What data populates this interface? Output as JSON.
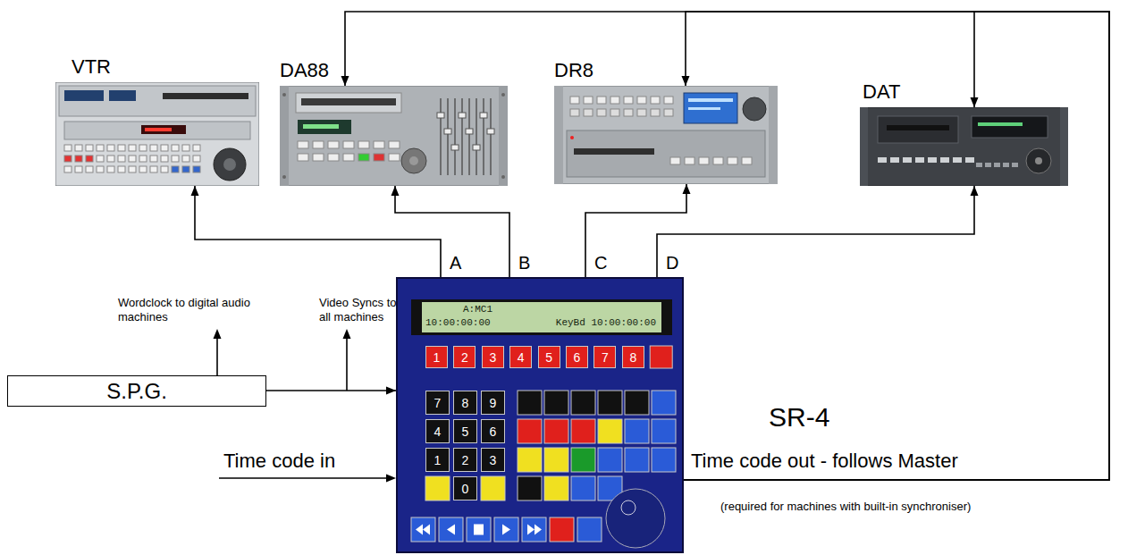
{
  "diagram": {
    "nodes": [
      {
        "text": [
          "VTR"
        ]
      },
      {
        "text": [
          "DA88"
        ]
      },
      {
        "text": [
          "DR8"
        ]
      },
      {
        "text": [
          "DAT"
        ]
      },
      {
        "text": [
          "S.P.G."
        ]
      },
      {
        "text": [
          "SR-4"
        ]
      },
      {
        "text": [
          "A:MC1",
          "10:00:00:00",
          "KeyBd 10:00:00:00"
        ],
        "in": 5
      },
      {
        "text": [
          "1"
        ],
        "in": 5
      },
      {
        "text": [
          "2"
        ],
        "in": 5
      },
      {
        "text": [
          "3"
        ],
        "in": 5
      },
      {
        "text": [
          "4"
        ],
        "in": 5
      },
      {
        "text": [
          "5"
        ],
        "in": 5
      },
      {
        "text": [
          "6"
        ],
        "in": 5
      },
      {
        "text": [
          "7"
        ],
        "in": 5
      },
      {
        "text": [
          "8"
        ],
        "in": 5
      },
      {
        "text": [
          "7"
        ],
        "in": 5
      },
      {
        "text": [
          "8"
        ],
        "in": 5
      },
      {
        "text": [
          "9"
        ],
        "in": 5
      },
      {
        "text": [
          "4"
        ],
        "in": 5
      },
      {
        "text": [
          "5"
        ],
        "in": 5
      },
      {
        "text": [
          "6"
        ],
        "in": 5
      },
      {
        "text": [
          "1"
        ],
        "in": 5
      },
      {
        "text": [
          "2"
        ],
        "in": 5
      },
      {
        "text": [
          "3"
        ],
        "in": 5
      },
      {
        "text": [
          "0"
        ],
        "in": 5
      }
    ],
    "edges": [
      {
        "from": 5,
        "to": 0,
        "label": "A",
        "arrow": "to"
      },
      {
        "from": 5,
        "to": 1,
        "label": "B",
        "arrow": "to"
      },
      {
        "from": 5,
        "to": 2,
        "label": "C",
        "arrow": "to"
      },
      {
        "from": 5,
        "to": 3,
        "label": "D",
        "arrow": "to"
      },
      {
        "from": 4,
        "to": 5,
        "arrow": "to"
      },
      {
        "from": 5,
        "to": 1,
        "arrow": "to"
      },
      {
        "from": 5,
        "to": 2,
        "arrow": "to"
      },
      {
        "from": 5,
        "to": 3,
        "arrow": "to"
      }
    ],
    "labels": [
      "Wordclock to digital audio machines",
      "Video Syncs to all machines",
      "Time code in",
      "Time code out - follows Master",
      "(required for machines with built-in synchroniser)"
    ]
  }
}
